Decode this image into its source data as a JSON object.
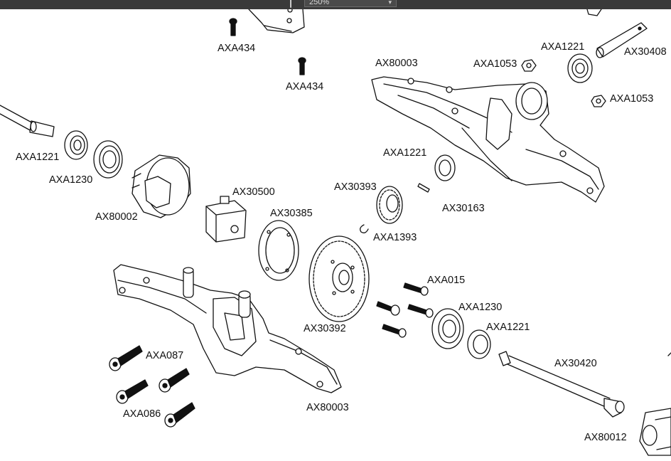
{
  "toolbar": {
    "zoom_value": "250%",
    "zoom_caret": "▾",
    "handle_glyph": "┃"
  },
  "colors": {
    "toolbar_bg": "#3a3a3a",
    "line": "#111111",
    "paper": "#ffffff"
  },
  "labels": {
    "axa434_top": "AXA434",
    "axa434_mid": "AXA434",
    "ax80003_top": "AX80003",
    "axa1053_a": "AXA1053",
    "axa1221_top": "AXA1221",
    "ax30408": "AX30408",
    "axa1053_b": "AXA1053",
    "axa1221_left": "AXA1221",
    "axa1230_left": "AXA1230",
    "ax80002": "AX80002",
    "ax30500": "AX30500",
    "ax30385": "AX30385",
    "axa1221_mid": "AXA1221",
    "ax30393": "AX30393",
    "ax30163": "AX30163",
    "axa1393": "AXA1393",
    "axa015": "AXA015",
    "axa1230_right": "AXA1230",
    "axa1221_right": "AXA1221",
    "ax30392": "AX30392",
    "axa087": "AXA087",
    "axa086": "AXA086",
    "ax80003_bottom": "AX80003",
    "ax30420": "AX30420",
    "ax80012": "AX80012"
  }
}
